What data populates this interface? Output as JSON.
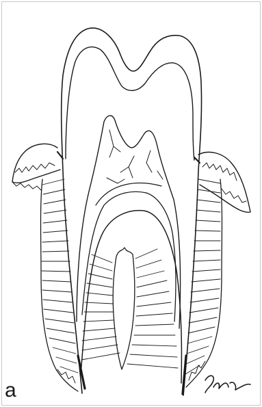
{
  "figure": {
    "panel_label": "a",
    "colors": {
      "ink": "#1a1a1a",
      "background": "#ffffff",
      "border": "#c8c8c8"
    }
  },
  "parts": [
    "crown-outline",
    "enamel-inner-line",
    "pulp-chamber",
    "pulp-canals",
    "root-outer-surface",
    "interradicular-bone",
    "periodontal-ligament-fibers",
    "gingiva-left",
    "gingiva-right",
    "artist-signature"
  ]
}
